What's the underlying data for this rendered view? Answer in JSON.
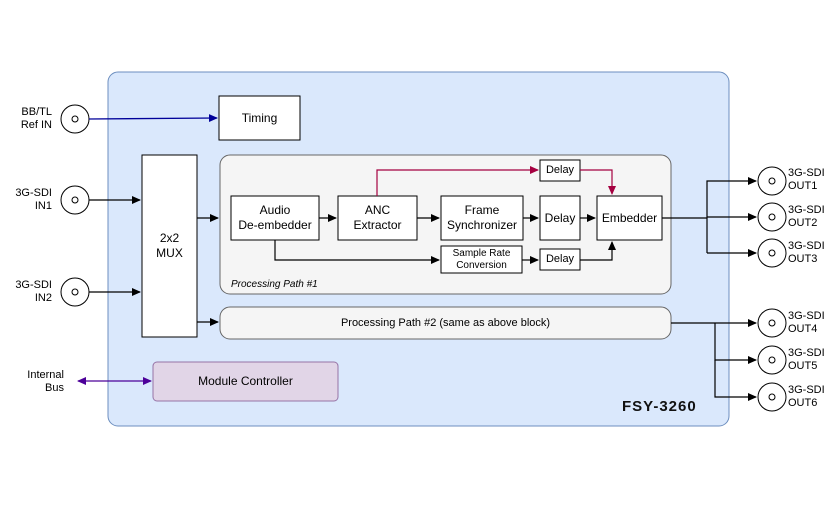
{
  "inputs": {
    "ref_line1": "BB/TL",
    "ref_line2": "Ref IN",
    "in1_line1": "3G-SDI",
    "in1_line2": "IN1",
    "in2_line1": "3G-SDI",
    "in2_line2": "IN2",
    "bus_line1": "Internal",
    "bus_line2": "Bus"
  },
  "outputs": [
    {
      "line1": "3G-SDI",
      "line2": "OUT1"
    },
    {
      "line1": "3G-SDI",
      "line2": "OUT2"
    },
    {
      "line1": "3G-SDI",
      "line2": "OUT3"
    },
    {
      "line1": "3G-SDI",
      "line2": "OUT4"
    },
    {
      "line1": "3G-SDI",
      "line2": "OUT5"
    },
    {
      "line1": "3G-SDI",
      "line2": "OUT6"
    }
  ],
  "blocks": {
    "timing": "Timing",
    "mux_line1": "2x2",
    "mux_line2": "MUX",
    "audio_line1": "Audio",
    "audio_line2": "De-embedder",
    "anc_line1": "ANC",
    "anc_line2": "Extractor",
    "frame_line1": "Frame",
    "frame_line2": "Synchronizer",
    "delay_top": "Delay",
    "delay_mid": "Delay",
    "delay_bottom": "Delay",
    "embedder": "Embedder",
    "src_line1": "Sample Rate",
    "src_line2": "Conversion",
    "path1_label": "Processing Path #1",
    "path2_label": "Processing Path #2 (same as above block)",
    "module_controller": "Module Controller"
  },
  "device_name": "FSY-3260",
  "colors": {
    "device_fill": "#dae8fc",
    "device_stroke": "#6c8ebf",
    "path_fill": "#f5f5f5",
    "path_stroke": "#666666",
    "controller_fill": "#e1d5e7",
    "controller_stroke": "#9673a6",
    "ref_arrow": "#000099",
    "anc_arrow": "#a50040",
    "bus_arrow": "#4c0099"
  }
}
